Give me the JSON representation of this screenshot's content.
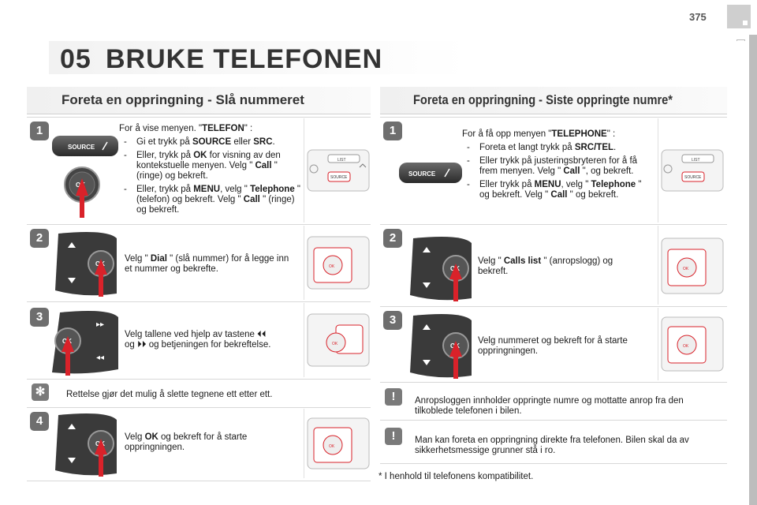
{
  "page_number": "375",
  "chapter": {
    "number": "05",
    "title": "BRUKE TELEFONEN"
  },
  "left": {
    "title": "Foreta en oppringning - Slå nummeret",
    "step1": {
      "num": "1",
      "intro_a": "For å vise menyen. \"",
      "intro_b": "TELEFON",
      "intro_c": "\" :",
      "b1_a": "Gi et trykk på ",
      "b1_b": "SOURCE",
      "b1_c": " eller ",
      "b1_d": "SRC",
      "b1_e": ".",
      "b2_a": "Eller, trykk på ",
      "b2_b": "OK",
      "b2_c": " for visning av den kontekstuelle menyen. Velg \" ",
      "b2_d": "Call",
      "b2_e": " \" (ringe) og bekreft.",
      "b3_a": "Eller, trykk på ",
      "b3_b": "MENU",
      "b3_c": ", velg \" ",
      "b3_d": "Telephone",
      "b3_e": " \" (telefon) og bekreft. Velg \" ",
      "b3_f": "Call",
      "b3_g": " \" (ringe) og bekreft."
    },
    "step2": {
      "num": "2",
      "a": "Velg \" ",
      "b": "Dial",
      "c": " \" (slå nummer) for å legge inn et nummer og bekrefte."
    },
    "step3": {
      "num": "3",
      "a": "Velg tallene ved hjelp av tastene ",
      "sym1": "⏴⏴",
      "b": " og ",
      "sym2": "⏵⏵",
      "c": " og betjeningen for bekreftelse."
    },
    "info": "Rettelse gjør det mulig å slette tegnene ett etter ett.",
    "step4": {
      "num": "4",
      "a": "Velg ",
      "b": "OK",
      "c": " og bekreft for å starte oppringningen."
    }
  },
  "right": {
    "title": "Foreta en oppringning - Siste oppringte numre*",
    "step1": {
      "num": "1",
      "intro_a": "For å få opp menyen \"",
      "intro_b": "TELEPHONE",
      "intro_c": "\" :",
      "b1_a": "Foreta et langt trykk på ",
      "b1_b": "SRC/TEL",
      "b1_c": ".",
      "b2_a": "Eller trykk på justeringsbryteren for å få frem menyen. Velg \" ",
      "b2_b": "Call",
      "b2_c": " \", og bekreft.",
      "b3_a": "Eller trykk på ",
      "b3_b": "MENU",
      "b3_c": ", velg \" ",
      "b3_d": "Telephone",
      "b3_e": " \" og bekreft. Velg \" ",
      "b3_f": "Call",
      "b3_g": " \" og bekreft."
    },
    "step2": {
      "num": "2",
      "a": "Velg \" ",
      "b": "Calls list",
      "c": " \" (anropslogg) og bekreft."
    },
    "step3": {
      "num": "3",
      "a": "Velg nummeret og bekreft for å starte oppringningen."
    },
    "info1": "Anropsloggen innholder oppringte numre og mottatte anrop fra den tilkoblede telefonen i bilen.",
    "info2": "Man kan foreta en oppringning direkte fra telefonen. Bilen skal da av sikkerhetsmessige grunner stå i ro.",
    "footnote": "* I henhold til telefonens kompatibilitet."
  },
  "labels": {
    "source": "SOURCE",
    "ok": "OK",
    "list": "LIST",
    "src": "SOURCE"
  },
  "colors": {
    "accent_red": "#d9222a",
    "step_gray": "#6e6e6e",
    "control_dark": "#3a3a3a"
  },
  "icons": [
    "source-button-icon",
    "ok-knob-icon",
    "arrow-up-icon",
    "steering-control-icon",
    "dashboard-panel-icon",
    "info-lightbulb-icon",
    "info-exclamation-icon"
  ]
}
